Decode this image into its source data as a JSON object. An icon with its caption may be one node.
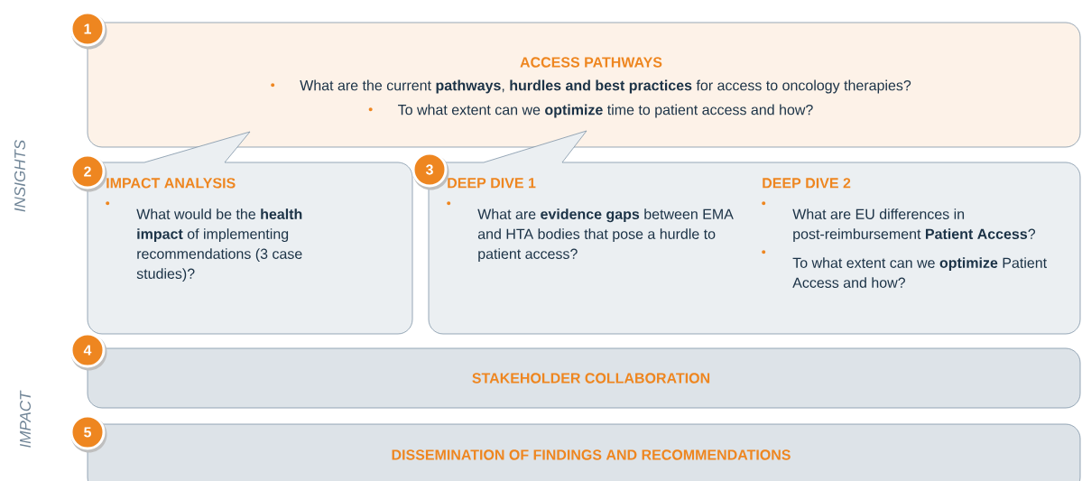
{
  "diagram": {
    "nodes": [
      {
        "text": [
          "ACCESS PATHWAYS",
          "What are the current **pathways**, **hurdles and best practices** for access to oncology therapies?",
          "To what extent can we **optimize** time to patient access and how?"
        ]
      },
      {
        "text": [
          "1"
        ]
      },
      {
        "text": [
          "IMPACT ANALYSIS",
          "What would be the **health impact** of implementing recommendations (3 case studies)?"
        ]
      },
      {
        "text": [
          "2"
        ]
      },
      {
        "text": [
          "DEEP DIVE 1",
          "What are **evidence gaps** between EMA and HTA bodies that pose a hurdle to patient access?",
          "DEEP DIVE 2",
          "What are EU differences in post-reimbursement **Patient Access**?",
          "To what extent can we **optimize** Patient Access and how?"
        ]
      },
      {
        "text": [
          "3"
        ]
      },
      {
        "text": [
          "STAKEHOLDER COLLABORATION"
        ]
      },
      {
        "text": [
          "4"
        ]
      },
      {
        "text": [
          "DISSEMINATION OF FINDINGS AND RECOMMENDATIONS"
        ]
      },
      {
        "text": [
          "5"
        ]
      }
    ],
    "labels": [
      "INSIGHTS",
      "IMPACT"
    ]
  }
}
